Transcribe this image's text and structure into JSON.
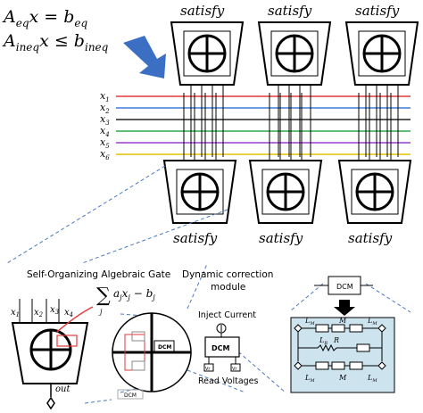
{
  "equations": {
    "eq_line1_main": "A",
    "eq_line1_sub": "eq",
    "eq_line1_mid": "x = b",
    "eq_line1_sub2": "eq",
    "eq_line2_main": "A",
    "eq_line2_sub": "ineq",
    "eq_line2_mid": "x ≤ b",
    "eq_line2_sub2": "ineq"
  },
  "top_gates": [
    {
      "label": "satisfy"
    },
    {
      "label": "satisfy"
    },
    {
      "label": "satisfy"
    }
  ],
  "bottom_gates": [
    {
      "label": "satisfy"
    },
    {
      "label": "satisfy"
    },
    {
      "label": "satisfy"
    }
  ],
  "variables": [
    "x",
    "x",
    "x",
    "x",
    "x",
    "x"
  ],
  "variable_subscripts": [
    "1",
    "2",
    "3",
    "4",
    "5",
    "6"
  ],
  "wire_colors": [
    "#e23a3a",
    "#3c7fd6",
    "#222222",
    "#2aa84a",
    "#9b3fcf",
    "#e0c400"
  ],
  "arrow_color": "#3b6fc4",
  "detail": {
    "sog_title": "Self-Organizing  Algebraic Gate",
    "sum_symbol": "∑",
    "sum_body": "a",
    "sum_sub_j": "j",
    "sum_x": "x",
    "sum_sub_j2": "j",
    "sum_minus": " − b",
    "sum_sub_j3": "j",
    "sum_index": "j",
    "gate_inputs": [
      "x",
      "x",
      "x",
      "x"
    ],
    "gate_input_subs": [
      "1",
      "2",
      "3",
      "4"
    ],
    "out_label": "out",
    "dcm_module_title_line1": "Dynamic correction",
    "dcm_module_title_line2": "module",
    "inject_current": "Inject Current",
    "read_voltages": "Read Voltages",
    "dcm_label": "DCM",
    "dcm_small": "DCM",
    "dcm_faint": "DCM",
    "vr_label": "Vr",
    "circuit_labels": {
      "lm1_top": "L",
      "lm1_top_sub": "M",
      "m_top": "M",
      "lm2_top": "L",
      "lm2_top_sub": "M",
      "lr": "L",
      "lr_sub": "R",
      "r": "R",
      "lm1_bot": "L",
      "lm1_bot_sub": "M",
      "m_bot": "M",
      "lm2_bot": "L",
      "lm2_bot_sub": "M"
    }
  }
}
